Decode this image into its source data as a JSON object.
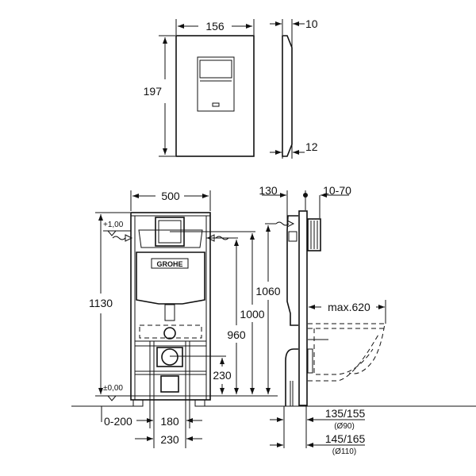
{
  "plate": {
    "width": "156",
    "height": "197",
    "depth_top": "10",
    "depth_bottom": "12"
  },
  "front": {
    "width": "500",
    "height": "1130",
    "level_top": "+1,00",
    "level_floor": "±0,00",
    "h960": "960",
    "h1000": "1000",
    "h230": "230",
    "offset": "0-200",
    "w180": "180",
    "w230": "230",
    "logo": "GROHE"
  },
  "side": {
    "d130": "130",
    "d10_70": "10-70",
    "h1060": "1060",
    "max620": "max.620",
    "d135_155": "135/155",
    "dia90": "(Ø90)",
    "d145_165": "145/165",
    "dia110": "(Ø110)"
  }
}
